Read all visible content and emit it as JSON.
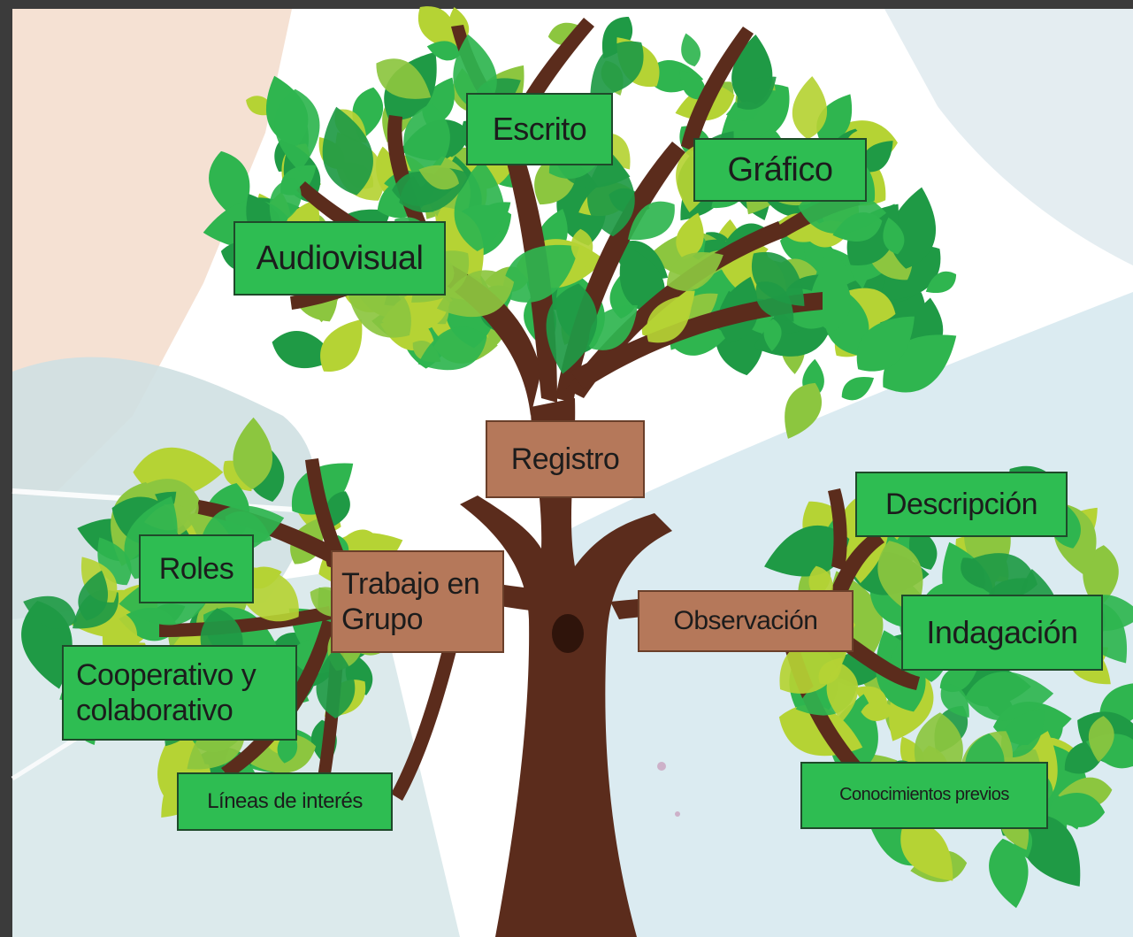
{
  "colors": {
    "leaf_dark": "#1f9a45",
    "leaf_mid": "#2fb54f",
    "leaf_light": "#8cc63f",
    "leaf_lime": "#b5d334",
    "trunk": "#5b2c1c",
    "label_green": "#2ebd52",
    "label_brown": "#b5785a"
  },
  "diagram": {
    "root": {
      "label": "Registro"
    },
    "branches": [
      {
        "label": "Trabajo en\nGrupo",
        "children": [
          {
            "label": "Roles"
          },
          {
            "label": "Cooperativo y\ncolaborativo"
          },
          {
            "label": "Líneas de interés"
          }
        ]
      },
      {
        "label": "Observación",
        "children": [
          {
            "label": "Descripción"
          },
          {
            "label": "Indagación"
          },
          {
            "label": "Conocimientos previos"
          }
        ]
      }
    ],
    "top": [
      {
        "label": "Escrito"
      },
      {
        "label": "Gráfico"
      },
      {
        "label": "Audiovisual"
      }
    ]
  }
}
